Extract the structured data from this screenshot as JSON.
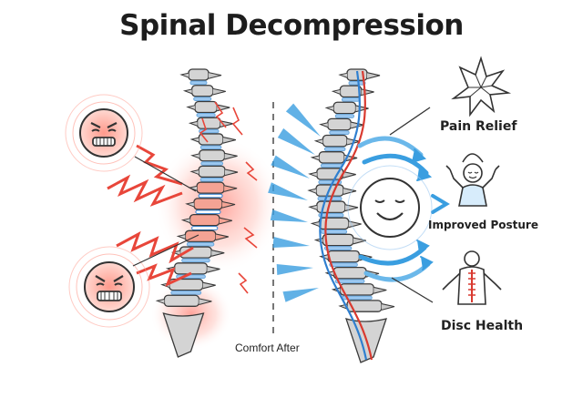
{
  "title": "Spinal Decompression",
  "labels": {
    "pain_relief": "Pain Relief",
    "improved_posture": "Improved Posture",
    "disc_health": "Disc Health",
    "comfort_after": "Comfort After"
  },
  "colors": {
    "pain_red": "#e8463a",
    "relief_blue": "#3a9ee0",
    "bone": "#cfcfcf",
    "outline": "#3a3a3a",
    "disc_blue": "#9cc8f0"
  },
  "icons": [
    "angry-face-icon",
    "lightning-bolt-icon",
    "smiling-face-icon",
    "pain-burst-icon",
    "posture-figure-icon",
    "disc-body-icon"
  ]
}
